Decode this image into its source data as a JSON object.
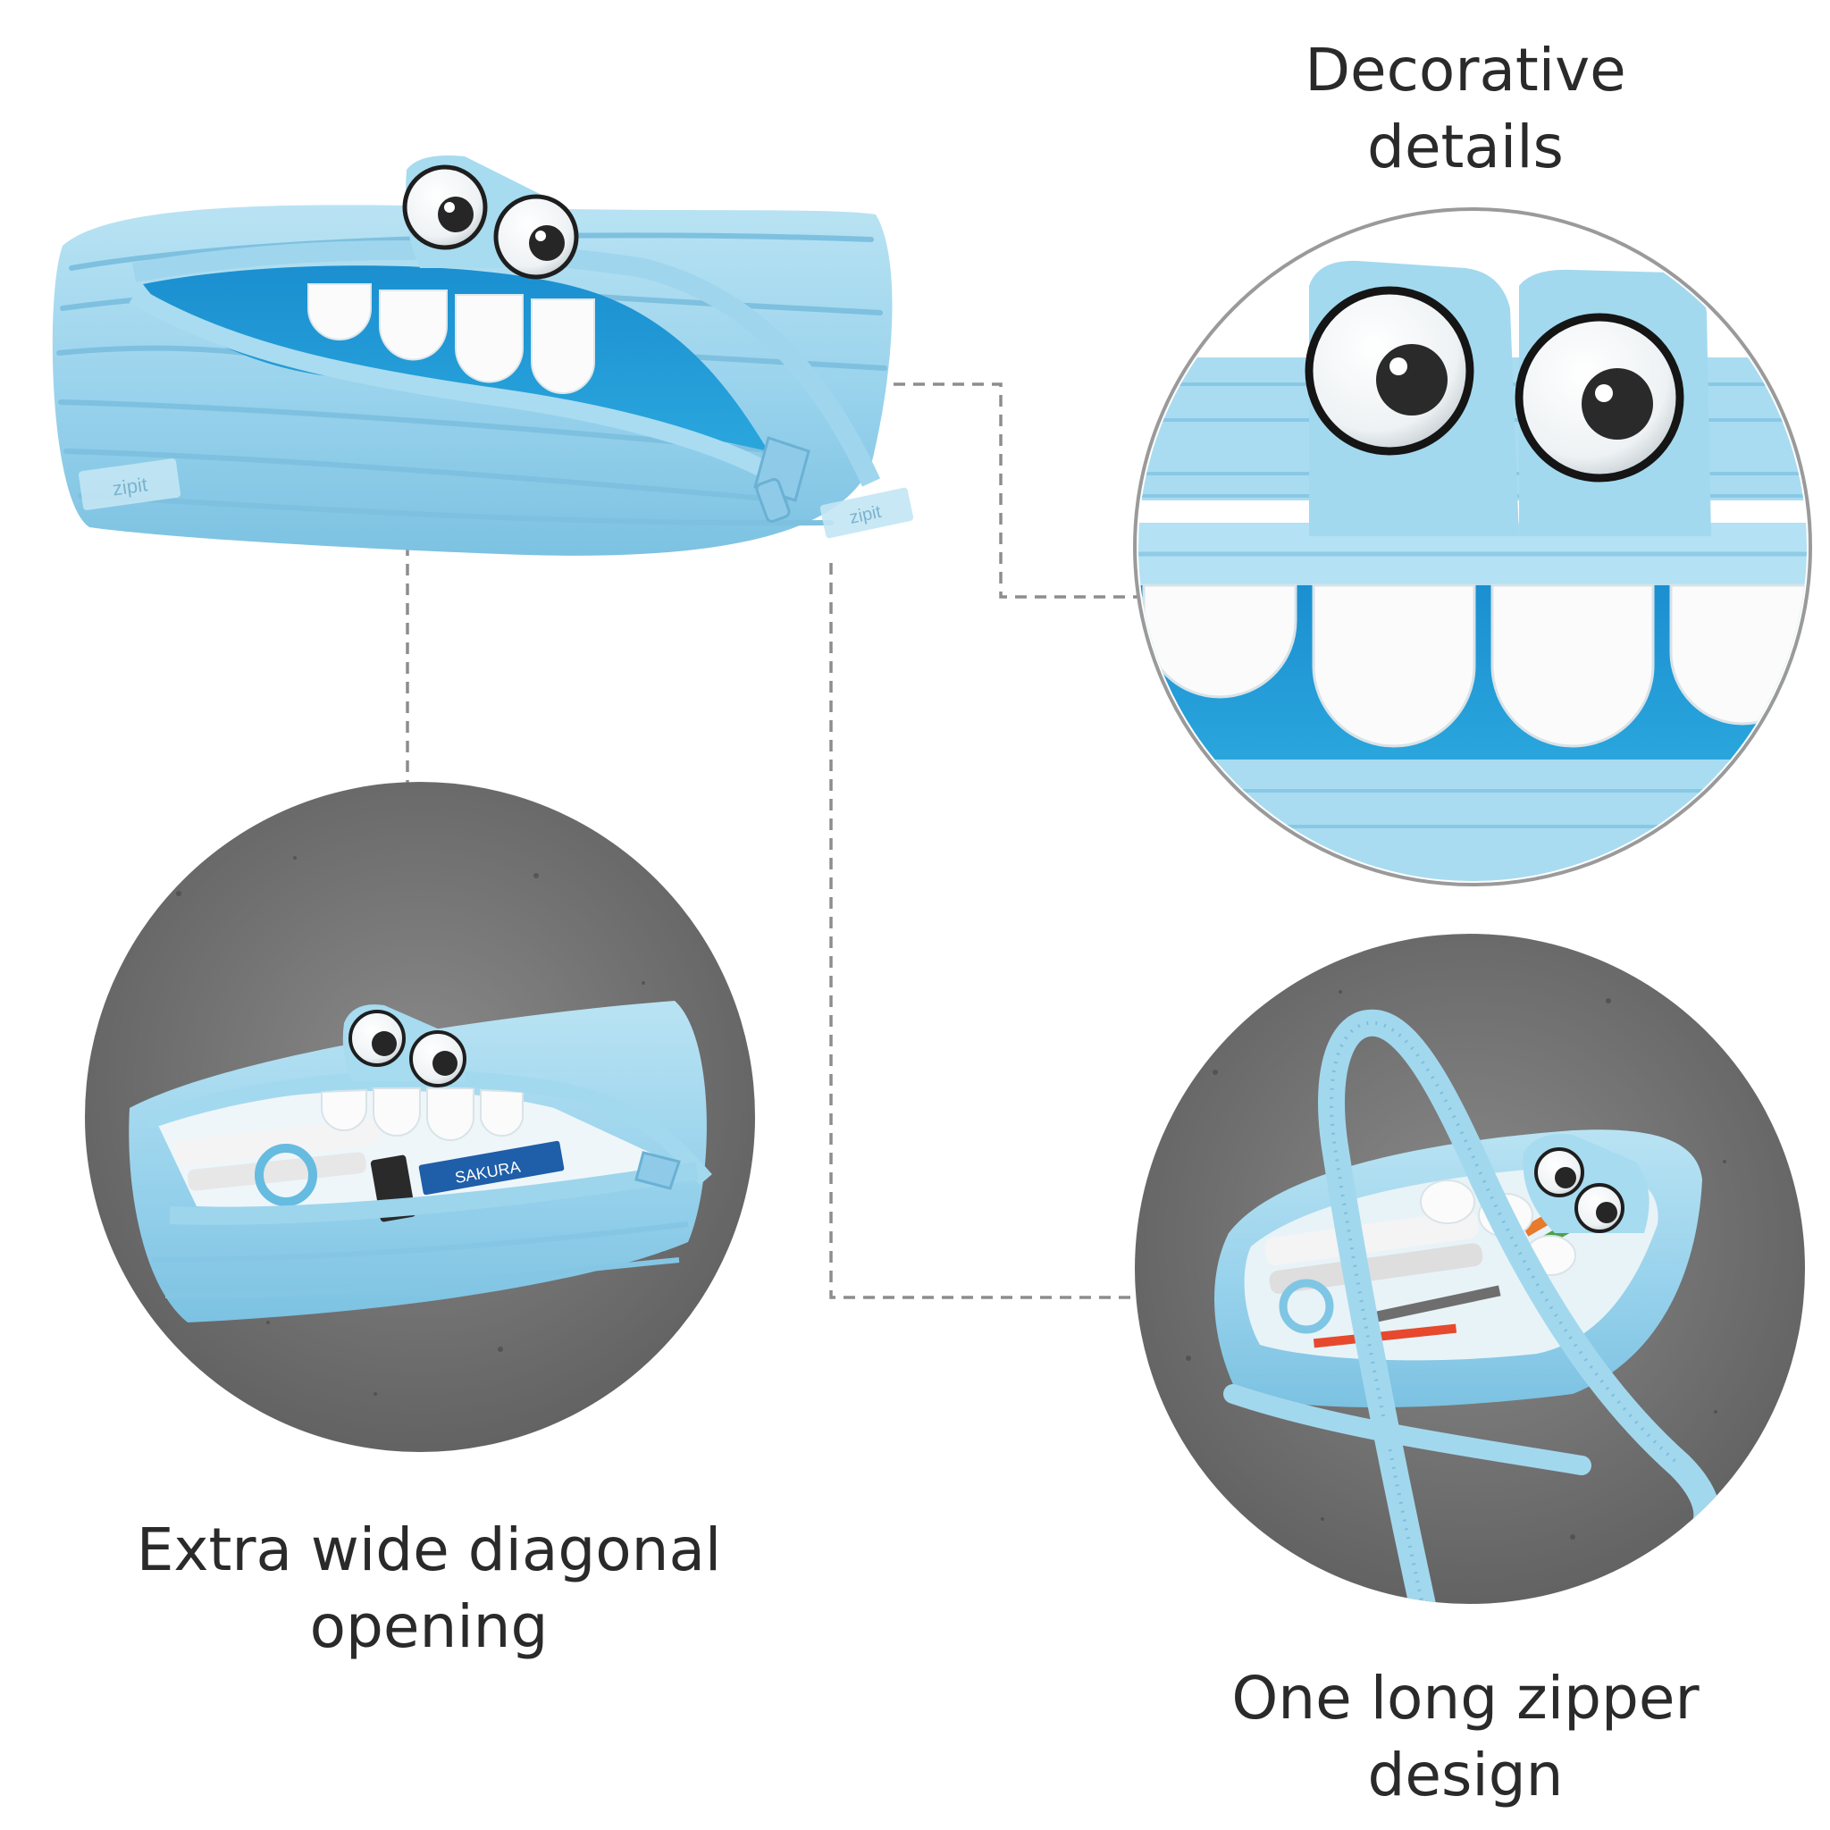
{
  "captions": {
    "decorative": [
      "Decorative",
      "details"
    ],
    "extra_wide": [
      "Extra wide diagonal",
      "opening"
    ],
    "one_zipper": [
      "One long zipper",
      "design"
    ]
  },
  "brand_marks": {
    "main_pouch_left": "zipit",
    "main_pouch_right": "zipit",
    "pencil_label": "SAKURA"
  },
  "icons": {
    "product": "monster-pencil-pouch",
    "eyes": "googly-eyes-icon",
    "zipper_pull": "zipper-pull-icon"
  },
  "colors": {
    "pouch_light": "#a7dbef",
    "pouch_mid": "#8ccde9",
    "pouch_shadow": "#6fb8da",
    "lining": "#1f9ad6",
    "teeth": "#fbfbfb",
    "concrete": "#7a7a7a",
    "concrete_dark": "#5e5e5e",
    "guide_line": "#8d8d8d",
    "caption_text": "#2a2a2a"
  }
}
